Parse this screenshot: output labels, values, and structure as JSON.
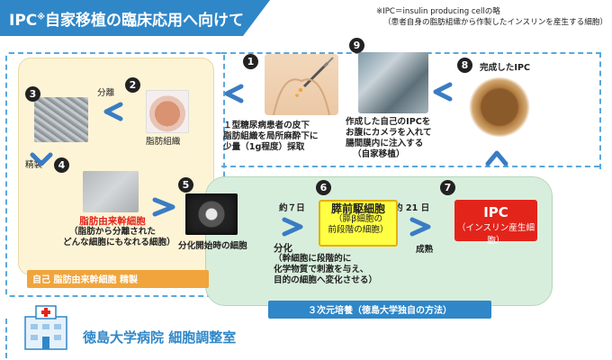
{
  "header": {
    "title": "IPC",
    "title_sup": "※",
    "title_rest": "自家移植の臨床応用へ向けて",
    "note_line1": "※IPC＝insulin producing cellの略",
    "note_line2": "（患者自身の脂肪組織から作製したインスリンを産生する細胞）"
  },
  "steps": {
    "s1": {
      "num": "1",
      "line1": "１型糖尿病患者の皮下",
      "line2": "脂肪組織を局所麻酔下に",
      "line3": "少量（1g程度）採取"
    },
    "s2": {
      "num": "2",
      "label": "脂肪組織"
    },
    "s3": {
      "num": "3"
    },
    "s4": {
      "num": "4",
      "title": "脂肪由来幹細胞",
      "line1": "（脂肪から分離された",
      "line2": "どんな細胞にもなれる細胞）"
    },
    "s5": {
      "num": "5",
      "label": "分化開始時の細胞"
    },
    "s6": {
      "num": "6",
      "title": "膵前駆細胞",
      "line1": "（膵β細胞の",
      "line2": "前段階の細胞）"
    },
    "s7": {
      "num": "7",
      "title": "IPC",
      "sub": "（インスリン産生細胞）"
    },
    "s8": {
      "num": "8",
      "label": "完成したIPC"
    },
    "s9": {
      "num": "9",
      "line1": "作成した自己のIPCを",
      "line2": "お腹にカメラを入れて",
      "line3": "腸間膜内に注入する",
      "line4": "（自家移植）"
    }
  },
  "labels": {
    "separate": "分離",
    "purify": "精製",
    "day7": "約７日",
    "day21": "約 21 日",
    "mature": "成熟",
    "diff_title": "分化",
    "diff_line1": "（幹細胞に段階的に",
    "diff_line2": "化学物質で刺激を与え、",
    "diff_line3": "目的の細胞へ変化させる）"
  },
  "bars": {
    "orange": "自己 脂肪由来幹細胞 精製",
    "blue": "３次元培養（徳島大学独自の方法）"
  },
  "footer": {
    "hospital": "徳島大学病院 細胞調整室"
  },
  "colors": {
    "accent_blue": "#2f87c8",
    "orange": "#f0a53c",
    "red": "#e3241b",
    "yellow": "#ffff44"
  }
}
